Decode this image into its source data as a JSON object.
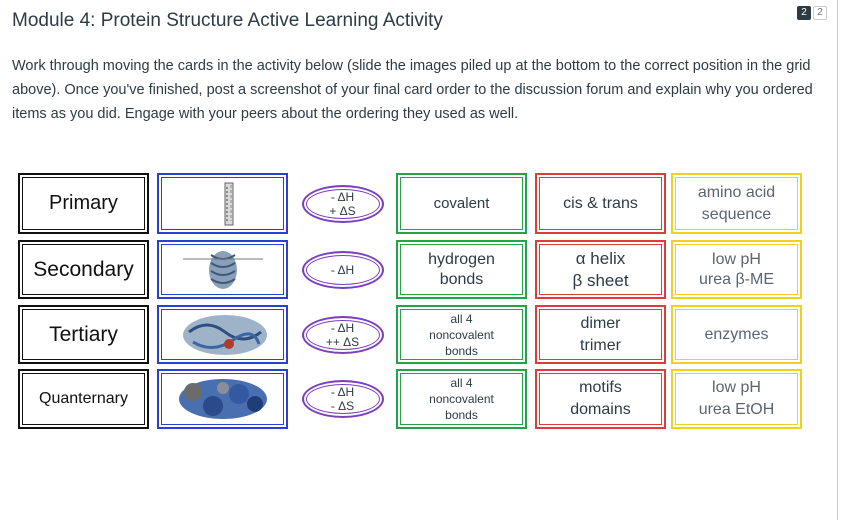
{
  "page": {
    "title": "Module 4: Protein Structure Active Learning Activity",
    "description": "Work through moving the cards in the activity below (slide the images piled up at the bottom to the correct position in the grid above). Once you've finished, post a screenshot of your final card order to the discussion forum and explain why you ordered items as you did. Engage with your peers about the ordering they used as well.",
    "badges": [
      "2",
      "2"
    ]
  },
  "grid": {
    "levels": [
      "Primary",
      "Secondary",
      "Tertiary",
      "Quanternary"
    ],
    "thermo": [
      "- ΔH\n+ ΔS",
      "- ΔH",
      "- ΔH\n++ ΔS",
      "- ΔH\n- ΔS"
    ],
    "bonds": [
      "covalent",
      "hydrogen\nbonds",
      "all 4\nnoncovalent\nbonds",
      "all 4\nnoncovalent\nbonds"
    ],
    "features": [
      "cis & trans",
      "α helix\nβ sheet",
      "dimer\ntrimer",
      "motifs\ndomains"
    ],
    "denature": [
      "amino acid\nsequence",
      "low pH\nurea β-ME",
      "enzymes",
      "low pH\nurea EtOH"
    ]
  }
}
